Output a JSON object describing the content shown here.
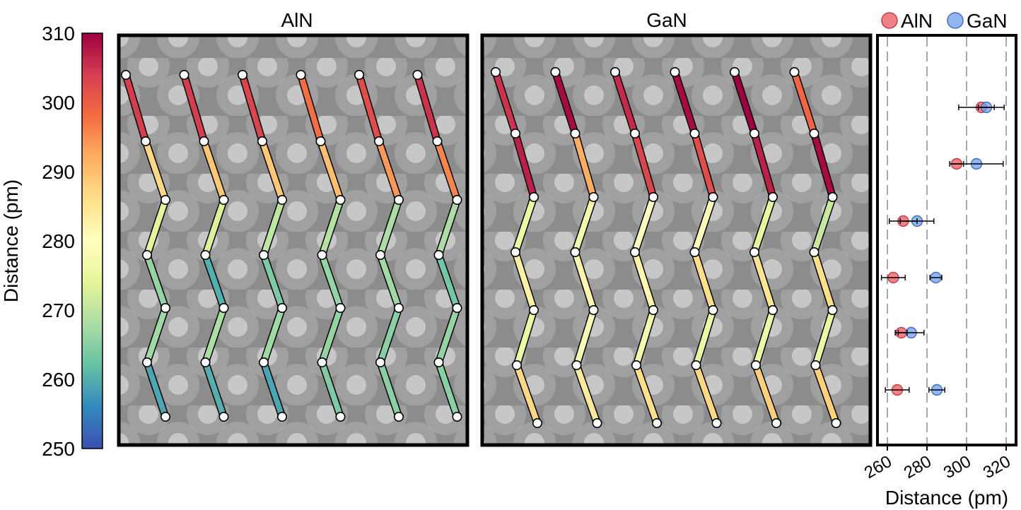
{
  "colors": {
    "aln": "#e8585e",
    "gan": "#6d9de8",
    "panel_border": "#000000",
    "grid": "#8a8a8a",
    "colormap": [
      "#3d4fb2",
      "#3288bd",
      "#66c2a5",
      "#abdda4",
      "#e6f598",
      "#ffffbf",
      "#fee08b",
      "#fdae61",
      "#f46d43",
      "#d53e4f",
      "#9e0142"
    ]
  },
  "colorbar": {
    "label": "Distance (pm)",
    "min": 250,
    "max": 310,
    "ticks": [
      "250",
      "260",
      "270",
      "280",
      "290",
      "300",
      "310"
    ]
  },
  "chart_data": [
    {
      "type": "heatmap",
      "title": "AlN",
      "description_values_pm": "segment bond lengths, 6 zigzag chains × 6 segments (top to bottom)",
      "chains": [
        [
          304,
          287,
          274,
          266,
          267,
          259
        ],
        [
          304,
          289,
          273,
          260,
          268,
          260
        ],
        [
          303,
          289,
          270,
          264,
          267,
          259
        ],
        [
          298,
          290,
          269,
          266,
          266,
          264
        ],
        [
          302,
          294,
          268,
          267,
          265,
          265
        ],
        [
          305,
          296,
          268,
          263,
          266,
          265
        ]
      ]
    },
    {
      "type": "heatmap",
      "title": "GaN",
      "description_values_pm": "segment bond lengths, 6 zigzag chains × 6 segments (top to bottom)",
      "chains": [
        [
          305,
          307,
          276,
          283,
          276,
          287
        ],
        [
          309,
          292,
          277,
          282,
          278,
          284
        ],
        [
          306,
          303,
          280,
          282,
          277,
          286
        ],
        [
          309,
          302,
          279,
          286,
          276,
          287
        ],
        [
          310,
          307,
          275,
          285,
          276,
          288
        ],
        [
          299,
          309,
          271,
          286,
          276,
          288
        ]
      ]
    },
    {
      "type": "scatter",
      "xlabel": "Distance (pm)",
      "xlim": [
        255,
        325
      ],
      "xticks": [
        260,
        280,
        300,
        320
      ],
      "grid": "vertical dashed",
      "legend_position": "top",
      "series": [
        {
          "name": "AlN",
          "points": [
            {
              "x": 307.5,
              "xerr": 11.5
            },
            {
              "x": 295.0,
              "xerr": 3.5
            },
            {
              "x": 268.0,
              "xerr": 7.0
            },
            {
              "x": 263.0,
              "xerr": 6.0
            },
            {
              "x": 267.0,
              "xerr": 3.0
            },
            {
              "x": 265.0,
              "xerr": 6.0
            }
          ]
        },
        {
          "name": "GaN",
          "points": [
            {
              "x": 310.0,
              "xerr": 4.0
            },
            {
              "x": 305.0,
              "xerr": 13.5
            },
            {
              "x": 275.0,
              "xerr": 8.5
            },
            {
              "x": 284.5,
              "xerr": 3.0
            },
            {
              "x": 272.0,
              "xerr": 6.5
            },
            {
              "x": 285.0,
              "xerr": 4.0
            }
          ]
        }
      ]
    }
  ]
}
